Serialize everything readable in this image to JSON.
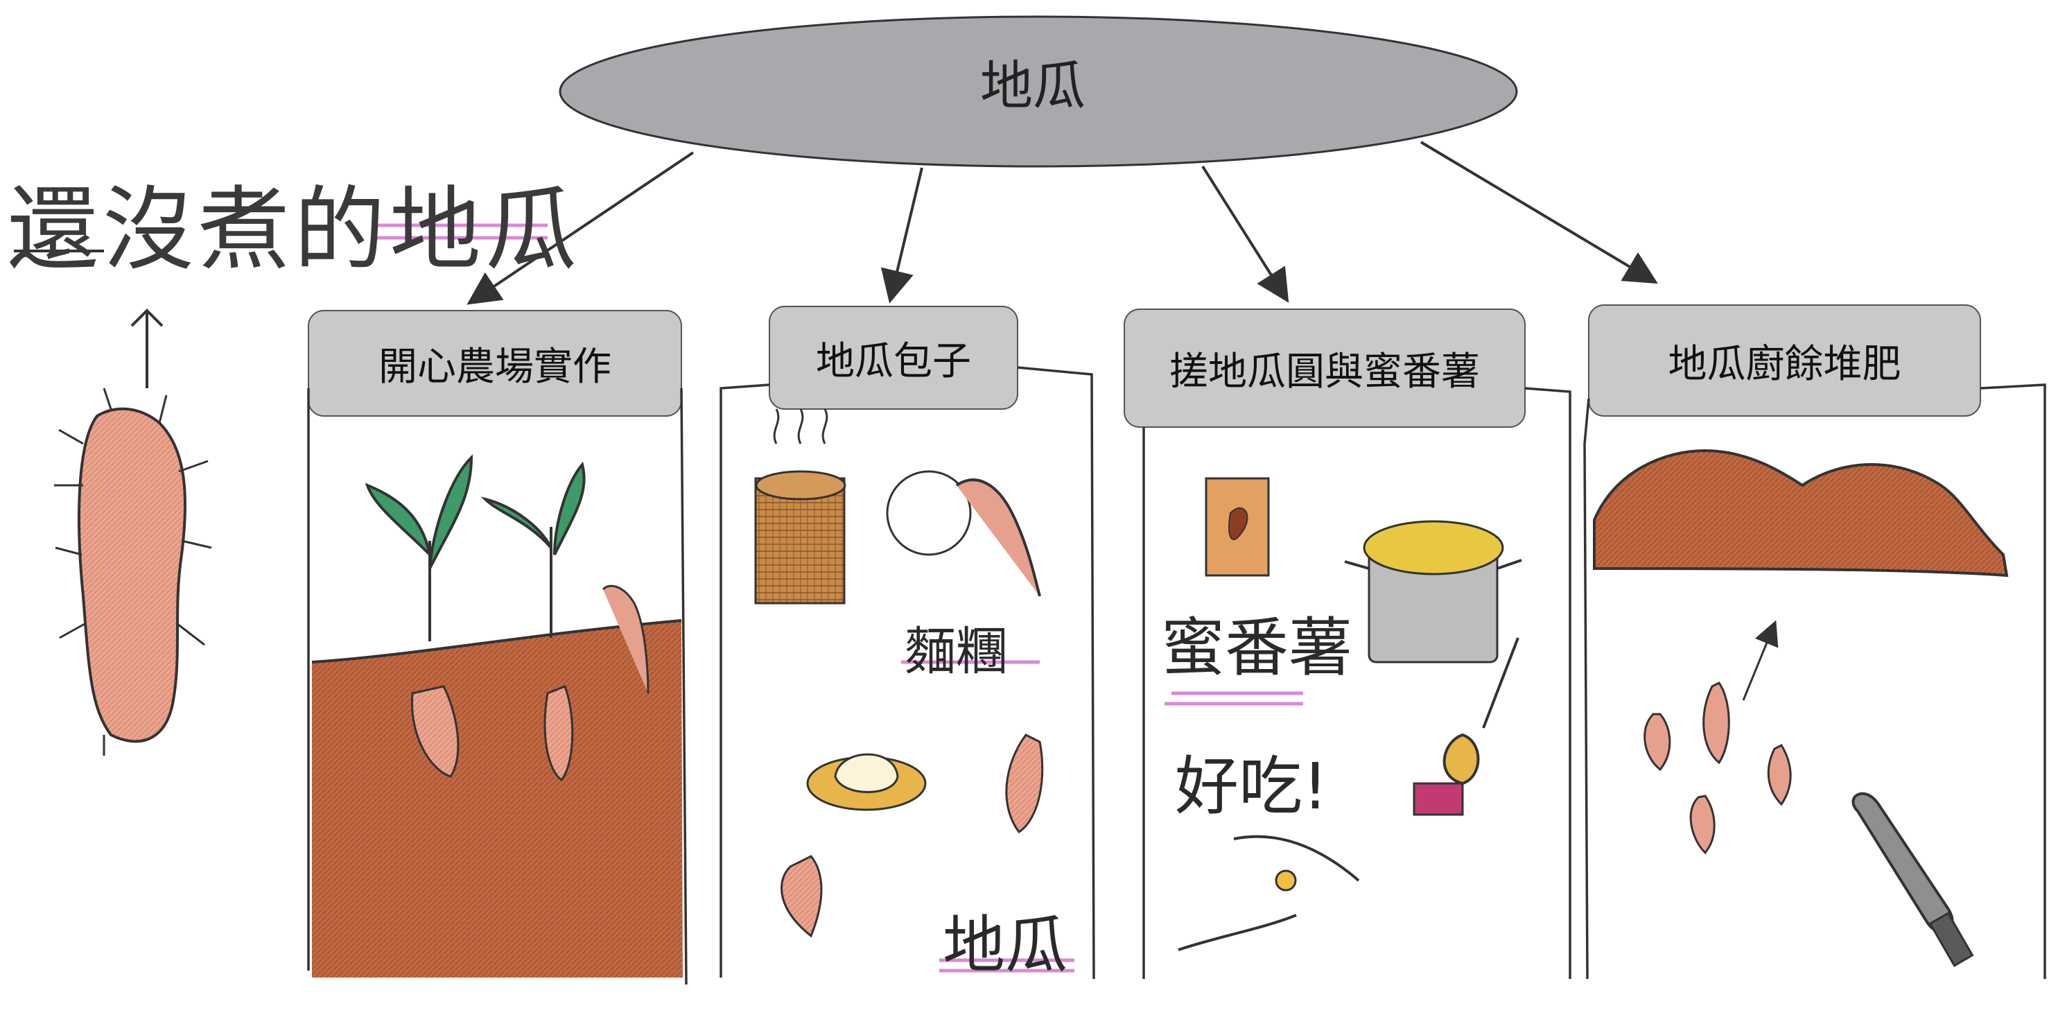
{
  "center": {
    "label": "地瓜"
  },
  "side_title": "還沒煮的地瓜",
  "branches": [
    {
      "label": "開心農場實作"
    },
    {
      "label": "地瓜包子"
    },
    {
      "label": "搓地瓜圓與蜜番薯"
    },
    {
      "label": "地瓜廚餘堆肥"
    }
  ],
  "handwriting": {
    "dough": "麵糰",
    "sweet_potato": "地瓜",
    "honey_potato": "蜜番薯",
    "delicious": "好吃!"
  },
  "colors": {
    "ellipse_fill": "#a9a9ad",
    "box_fill": "#c9c9cc",
    "soil": "#b8633f",
    "potato": "#e6a08e",
    "leaf": "#3f9a6a",
    "highlight": "#d98ad6"
  }
}
